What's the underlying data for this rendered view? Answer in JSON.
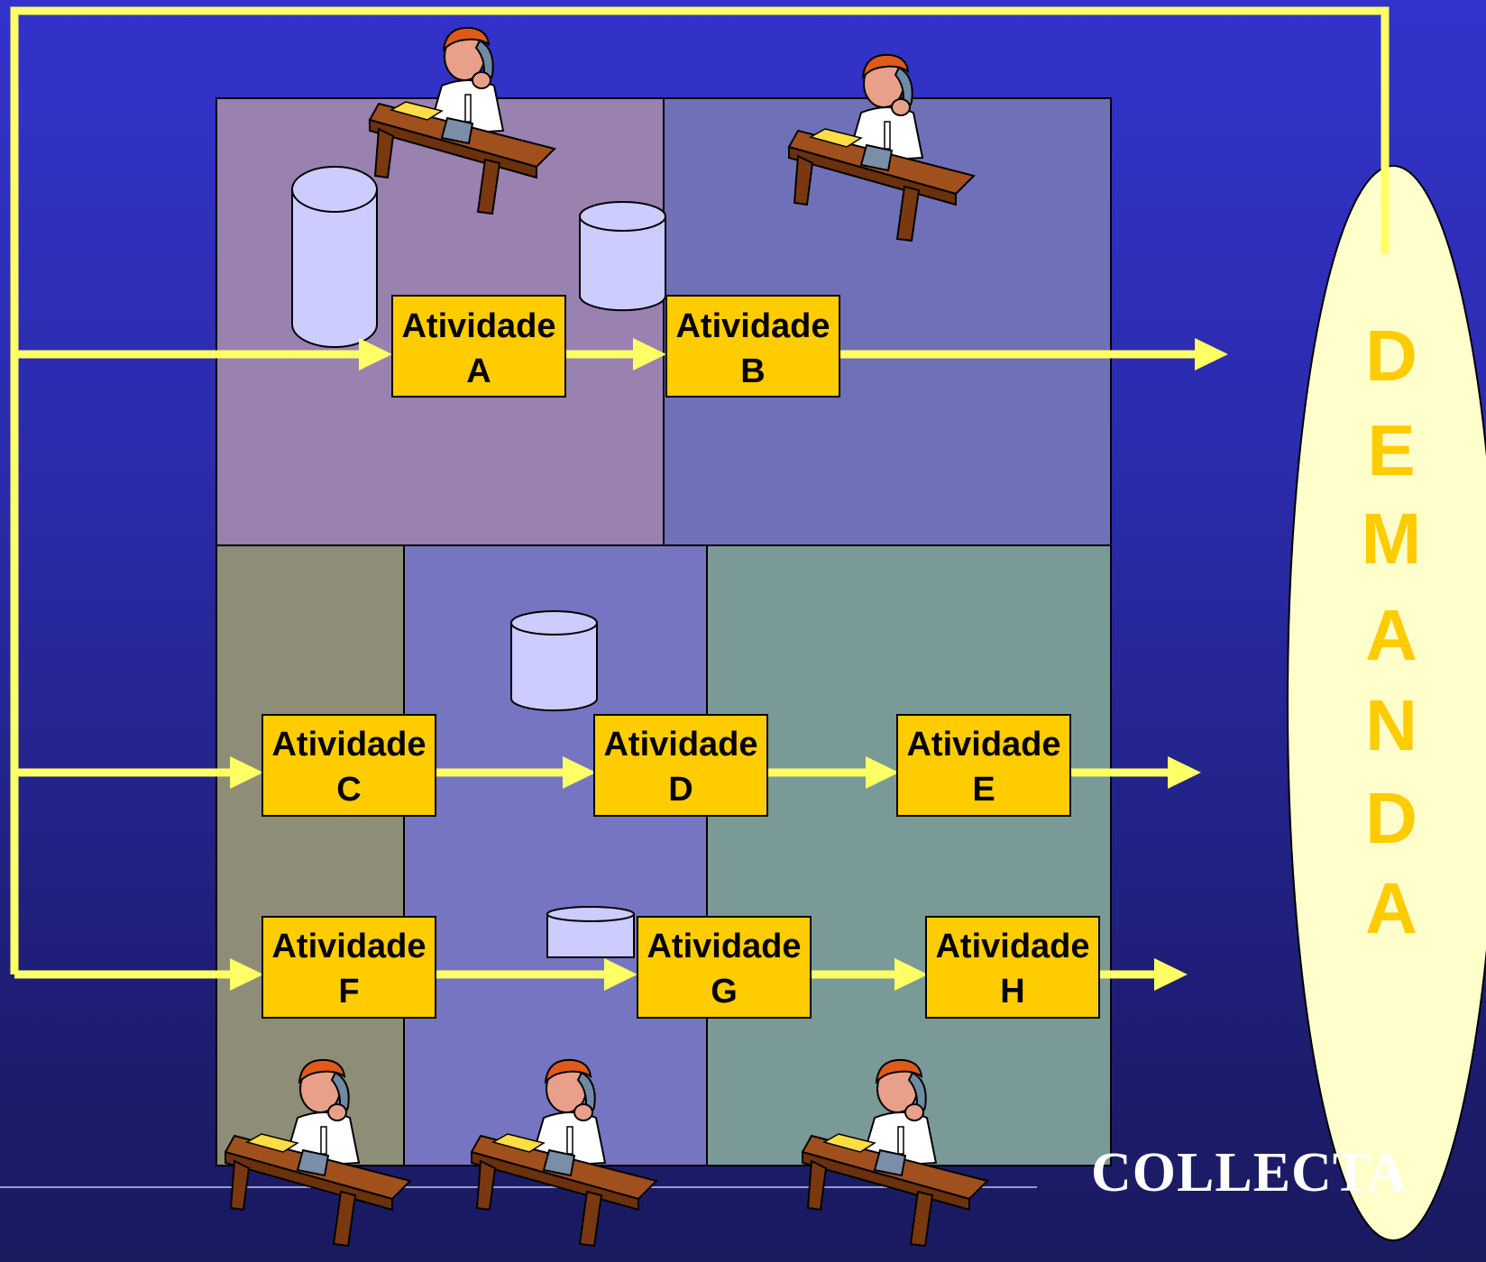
{
  "activities": {
    "a": {
      "line1": "Atividade",
      "line2": "A"
    },
    "b": {
      "line1": "Atividade",
      "line2": "B"
    },
    "c": {
      "line1": "Atividade",
      "line2": "C"
    },
    "d": {
      "line1": "Atividade",
      "line2": "D"
    },
    "e": {
      "line1": "Atividade",
      "line2": "E"
    },
    "f": {
      "line1": "Atividade",
      "line2": "F"
    },
    "g": {
      "line1": "Atividade",
      "line2": "G"
    },
    "h": {
      "line1": "Atividade",
      "line2": "H"
    }
  },
  "demand": {
    "letters": [
      "D",
      "E",
      "M",
      "A",
      "N",
      "D",
      "A"
    ]
  },
  "footer": {
    "brand": "COLLECTA"
  },
  "colors": {
    "background": "#3333cc",
    "connector": "#ffff66",
    "activity_box": "#ffcc00",
    "demand_ellipse": "#ffffcc",
    "demand_text": "#ffcc00",
    "dept_top_left": "#9981b0",
    "dept_top_right": "#7070b8",
    "dept_bottom_left": "#8e8e78",
    "dept_bottom_middle": "#7575c2",
    "dept_bottom_right": "#7a9a98"
  },
  "icons": [
    "database-cylinder-icon",
    "person-on-phone-at-desk-icon"
  ]
}
